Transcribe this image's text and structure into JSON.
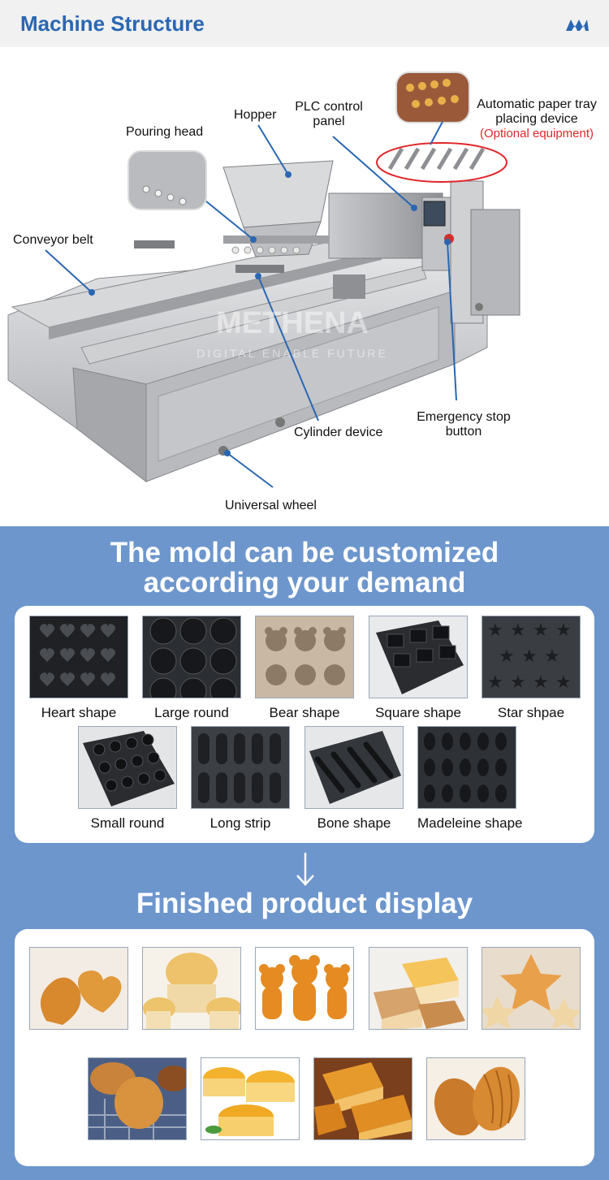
{
  "header": {
    "title": "Machine Structure",
    "logo": "company-logo"
  },
  "structure": {
    "watermark": "METHENA",
    "watermark_tagline": "DIGITAL ENABLE FUTURE",
    "callouts": {
      "pouring_head": "Pouring head",
      "hopper": "Hopper",
      "plc_line1": "PLC control",
      "plc_line2": "panel",
      "paper_tray_line1": "Automatic paper tray",
      "paper_tray_line2": "placing device",
      "optional": "(Optional equipment)",
      "conveyor_belt": "Conveyor belt",
      "emergency_line1": "Emergency stop",
      "emergency_line2": "button",
      "cylinder_device": "Cylinder device",
      "universal_wheel": "Universal wheel"
    }
  },
  "mold_section": {
    "title_line1": "The mold can be customized",
    "title_line2": "according your demand",
    "molds": [
      {
        "label": "Heart shape"
      },
      {
        "label": "Large round"
      },
      {
        "label": "Bear shape"
      },
      {
        "label": "Square shape"
      },
      {
        "label": "Star shpae"
      },
      {
        "label": "Small round"
      },
      {
        "label": "Long strip"
      },
      {
        "label": "Bone shape"
      },
      {
        "label": "Madeleine shape"
      }
    ]
  },
  "product_section": {
    "title": "Finished product display",
    "products": [
      "heart-cake",
      "round-cupcake",
      "bear-cake",
      "square-cake",
      "star-cake",
      "small-round-cake",
      "long-strip-cake",
      "bone-cake",
      "madeleine-cake"
    ]
  },
  "colors": {
    "brand_blue": "#2a67b2",
    "section_blue": "#6d96cd",
    "optional_red": "#e2262a"
  }
}
